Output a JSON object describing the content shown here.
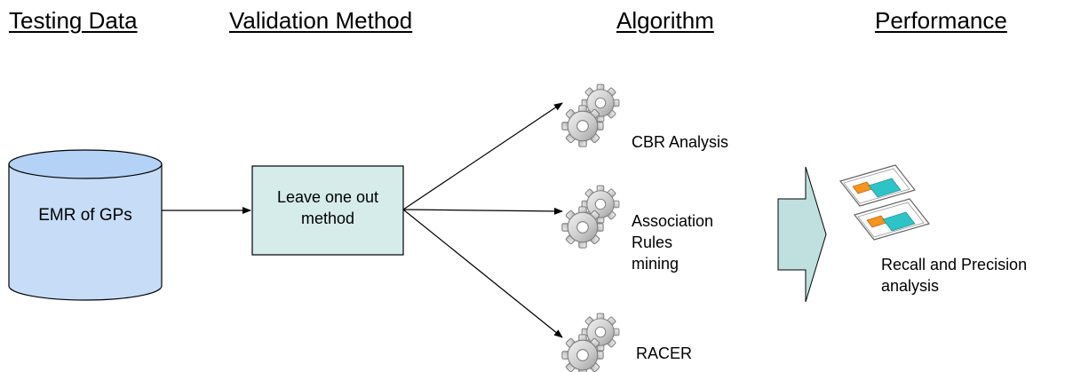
{
  "headers": {
    "testing_data": "Testing Data",
    "validation_method": "Validation Method",
    "algorithm": "Algorithm",
    "performance": "Performance"
  },
  "data_source": {
    "label": "EMR of GPs"
  },
  "validation": {
    "line1": "Leave one out",
    "line2": "method"
  },
  "algorithms": {
    "cbr": "CBR Analysis",
    "assoc_line1": "Association",
    "assoc_line2": "Rules",
    "assoc_line3": "mining",
    "racer": "RACER"
  },
  "performance": {
    "line1": "Recall and Precision",
    "line2": "analysis"
  },
  "colors": {
    "cylinder_fill": "#c6dcf7",
    "cylinder_top": "#b4d2f5",
    "box_fill": "#d6eceb",
    "arrow_fill": "#bfe0df",
    "chart_orange": "#f7941d",
    "chart_teal": "#2ec3c7",
    "gear": "#bfbfbf"
  },
  "icons": [
    "gear-icon",
    "chart-card-icon"
  ]
}
